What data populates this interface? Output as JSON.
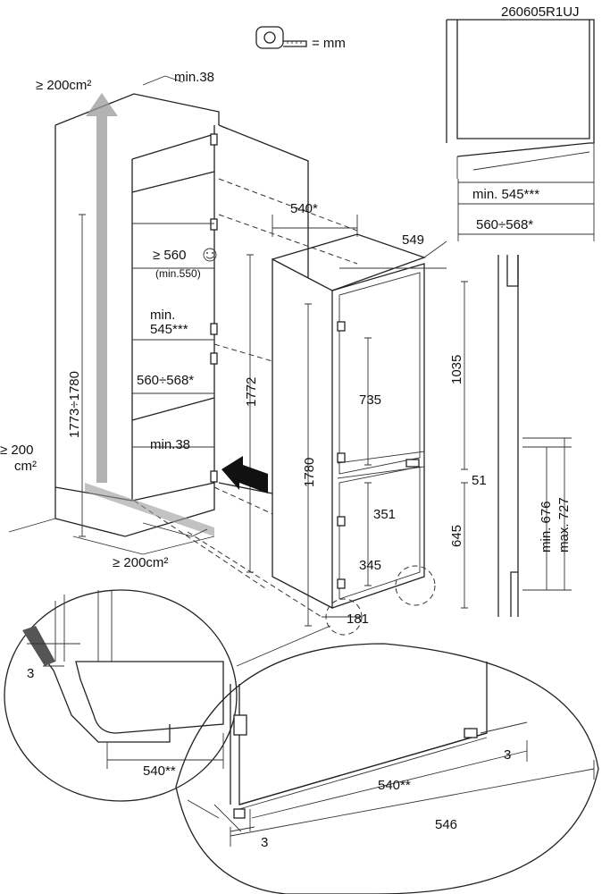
{
  "drawing_code": "260605R1UJ",
  "unit_legend": {
    "icon": "tape-measure-icon",
    "text": "= mm"
  },
  "niche": {
    "vent_top": "≥ 200cm²",
    "vent_bottom_left_1": "≥ 200",
    "vent_bottom_left_2": "cm²",
    "vent_bottom": "≥ 200cm²",
    "top_gap": "min.38",
    "bottom_gap": "min.38",
    "height_range": "1773÷1780",
    "depth_1": "≥ 560",
    "depth_1_sub": "(min.550)",
    "depth_1_icon": "smiley-icon",
    "depth_min_1": "min.",
    "depth_min_2": "545***",
    "width_range": "560÷568*",
    "door_height": "1772",
    "width_top": "540*"
  },
  "appliance": {
    "depth": "549",
    "height": "1780",
    "upper_total": "1035",
    "upper_door": "735",
    "gap": "51",
    "lower_total": "645",
    "lower_upper": "351",
    "lower_lower": "345",
    "foot": "181"
  },
  "top_view": {
    "min_depth": "min. 545***",
    "width_range": "560÷568*"
  },
  "side_view": {
    "min_height": "min. 676",
    "max_height": "max. 727"
  },
  "detail_left": {
    "gap": "3",
    "width": "540**"
  },
  "detail_bottom": {
    "gap_right": "3",
    "width_inner": "540**",
    "gap_left": "3",
    "width_total": "546"
  }
}
